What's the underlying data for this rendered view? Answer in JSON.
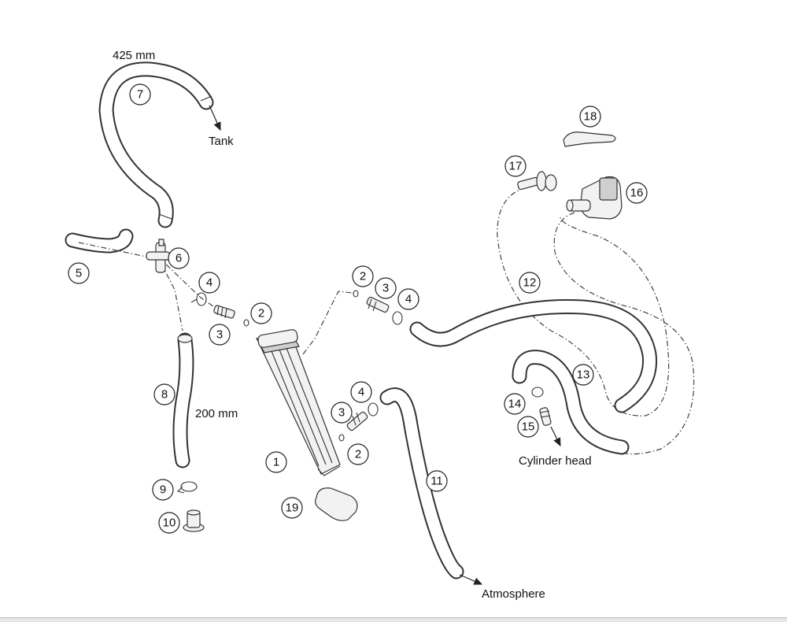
{
  "labels": {
    "hose_7_length": "425 mm",
    "hose_8_length": "200 mm",
    "tank": "Tank",
    "cylinder_head": "Cylinder head",
    "atmosphere": "Atmosphere"
  },
  "callouts": [
    "1",
    "2",
    "2",
    "2",
    "3",
    "3",
    "3",
    "4",
    "4",
    "4",
    "5",
    "6",
    "7",
    "8",
    "9",
    "10",
    "11",
    "12",
    "13",
    "14",
    "15",
    "16",
    "17",
    "18",
    "19"
  ]
}
